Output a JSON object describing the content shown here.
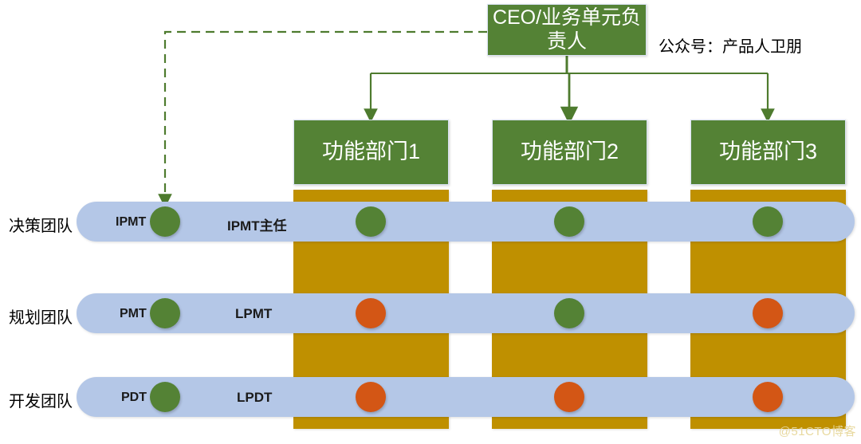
{
  "diagram": {
    "title": "CEO/业务单元负责人",
    "annotation": "公众号：产品人卫朋",
    "watermark": "@51CTO博客",
    "colors": {
      "green": "#548235",
      "gold": "#BF9000",
      "blue_bar": "#B4C7E7",
      "orange_dot": "#D35615",
      "green_dot": "#548235"
    },
    "ceo": {
      "label": "CEO/业务单元负责人"
    },
    "departments": [
      {
        "label": "功能部门1"
      },
      {
        "label": "功能部门2"
      },
      {
        "label": "功能部门3"
      }
    ],
    "rows": [
      {
        "label": "决策团队",
        "team_code": "IPMT",
        "role": "IPMT主任",
        "dots": [
          "green",
          "green",
          "green"
        ],
        "anchor_dot": "green"
      },
      {
        "label": "规划团队",
        "team_code": "PMT",
        "role": "LPMT",
        "dots": [
          "orange",
          "green",
          "orange"
        ],
        "anchor_dot": "green"
      },
      {
        "label": "开发团队",
        "team_code": "PDT",
        "role": "LPDT",
        "dots": [
          "orange",
          "orange",
          "orange"
        ],
        "anchor_dot": "green"
      }
    ],
    "connectors": {
      "dashed_label": "dashed-reporting-line",
      "solid_label": "solid-hierarchy-lines"
    }
  }
}
